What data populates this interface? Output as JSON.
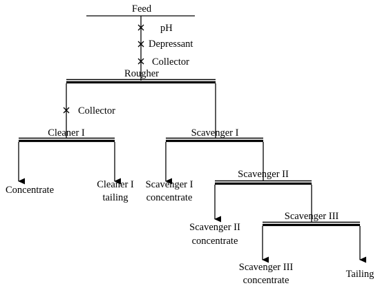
{
  "nodes": {
    "feed": "Feed",
    "rougher": "Rougher",
    "cleaner_1": "Cleaner I",
    "scavenger_1": "Scavenger I",
    "scavenger_2": "Scavenger II",
    "scavenger_3": "Scavenger III"
  },
  "reagents": {
    "ph": "pH",
    "depressant": "Depressant",
    "collector_rougher": "Collector",
    "collector_cleaner": "Collector"
  },
  "products": {
    "concentrate": "Concentrate",
    "cleaner_1_tailing": [
      "Cleaner I",
      "tailing"
    ],
    "scavenger_1_concentrate": [
      "Scavenger I",
      "concentrate"
    ],
    "scavenger_2_concentrate": [
      "Scavenger II",
      "concentrate"
    ],
    "scavenger_3_concentrate": [
      "Scavenger III",
      "concentrate"
    ],
    "tailing": "Tailing"
  },
  "colors": {
    "line": "#000000",
    "background": "#ffffff"
  }
}
